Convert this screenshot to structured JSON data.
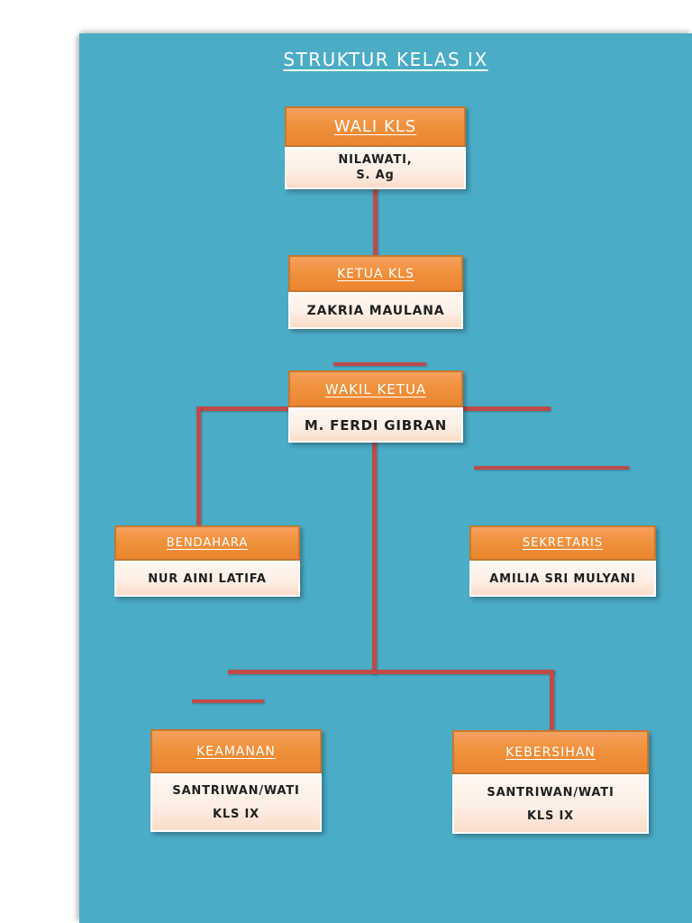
{
  "title": "STRUKTUR KELAS IX",
  "colors": {
    "page": "#FFFFFF",
    "background": "#4BACC6",
    "box_header": "#F0913C",
    "box_header_border": "#C8782E",
    "box_body": "#FDEFE5",
    "connector": "#BE4B48",
    "text_dark": "#1F1F1F",
    "text_light": "#FFFFFF"
  },
  "nodes": {
    "wali": {
      "title": "WALI KLS",
      "line1": "NILAWATI,",
      "line2": "S. Ag"
    },
    "ketua": {
      "title": "KETUA KLS",
      "line1": "ZAKRIA MAULANA"
    },
    "wakil": {
      "title": "WAKIL KETUA",
      "line1": "M. FERDI GIBRAN"
    },
    "bendahara": {
      "title": "BENDAHARA",
      "line1": "NUR AINI LATIFA"
    },
    "sekretaris": {
      "title": "SEKRETARIS",
      "line1": "AMILIA SRI MULYANI"
    },
    "keamanan": {
      "title": "KEAMANAN",
      "line1": "SANTRIWAN/WATI",
      "line2": "KLS IX"
    },
    "kebersihan": {
      "title": "KEBERSIHAN",
      "line1": "SANTRIWAN/WATI",
      "line2": "KLS IX"
    }
  }
}
